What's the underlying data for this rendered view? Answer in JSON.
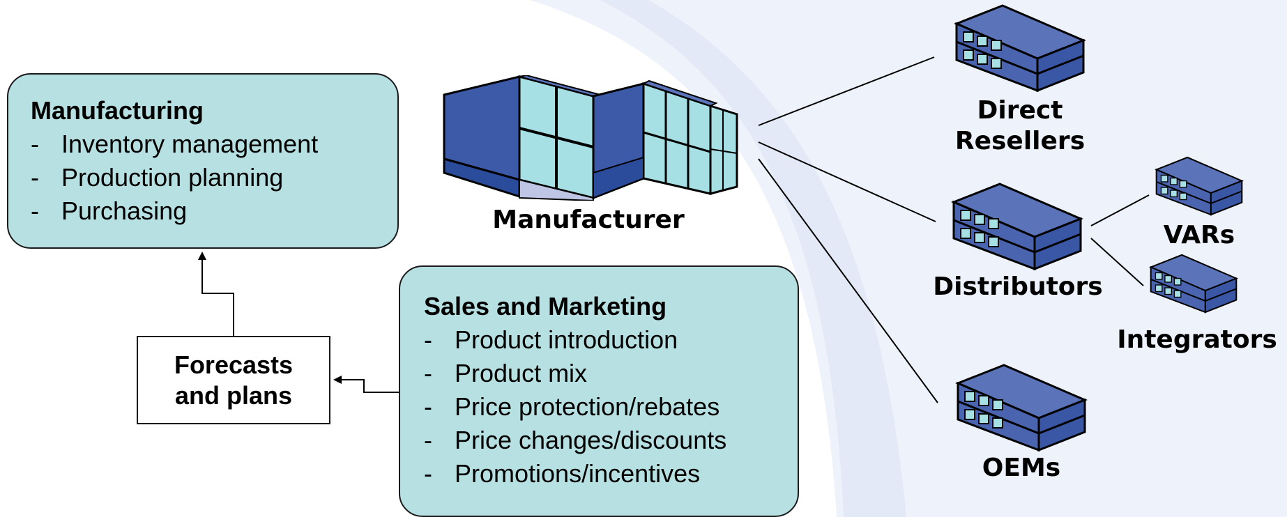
{
  "colors": {
    "box_fill": "#b7e0e2",
    "building_roof": "#5b73b8",
    "building_dark": "#2e4a9c",
    "window": "#a4dfe0",
    "background_swoosh": "#e8eef8"
  },
  "manufacturing": {
    "heading": "Manufacturing",
    "dash": "-",
    "items": [
      "Inventory management",
      "Production planning",
      "Purchasing"
    ]
  },
  "sales": {
    "heading": "Sales and Marketing",
    "dash": "-",
    "items": [
      "Product introduction",
      "Product mix",
      "Price protection/rebates",
      "Price changes/discounts",
      "Promotions/incentives"
    ]
  },
  "forecast": {
    "line1": "Forecasts",
    "line2": "and plans"
  },
  "labels": {
    "manufacturer": "Manufacturer",
    "direct_line1": "Direct",
    "direct_line2": "Resellers",
    "distributors": "Distributors",
    "vars": "VARs",
    "integrators": "Integrators",
    "oems": "OEMs"
  },
  "icons": {
    "factory": "factory-building-icon",
    "warehouse": "warehouse-building-icon"
  }
}
